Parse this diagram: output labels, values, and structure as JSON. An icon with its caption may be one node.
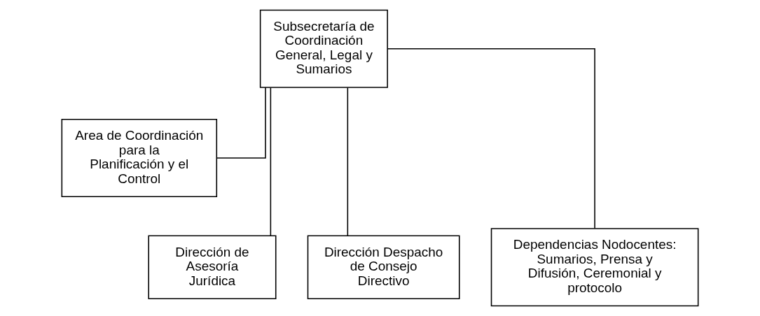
{
  "diagram": {
    "nodes": [
      {
        "text": [
          "Subsecretaría de Coordinación General, Legal y Sumarios"
        ]
      },
      {
        "text": [
          "Area de Coordinación para la Planificación y el Control"
        ]
      },
      {
        "text": [
          "Dirección de Asesoría Jurídica"
        ]
      },
      {
        "text": [
          "Dirección Despacho de Consejo Directivo"
        ]
      },
      {
        "text": [
          "Dependencias Nodocentes: Sumarios, Prensa y Difusión, Ceremonial y protocolo"
        ]
      }
    ],
    "edges": [
      {
        "from": 0,
        "to": 1,
        "arrow": "none"
      },
      {
        "from": 0,
        "to": 2,
        "arrow": "none"
      },
      {
        "from": 0,
        "to": 3,
        "arrow": "none"
      },
      {
        "from": 0,
        "to": 4,
        "arrow": "none"
      }
    ]
  }
}
